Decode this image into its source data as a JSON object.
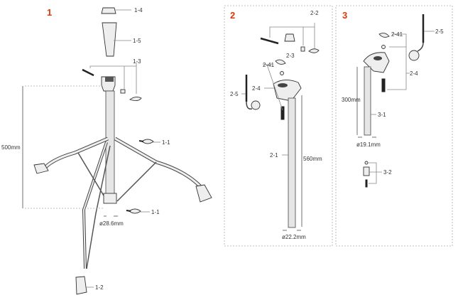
{
  "sections": [
    {
      "number": "1",
      "labels": {
        "p1_4": "1-4",
        "p1_5": "1-5",
        "p1_3": "1-3",
        "p1_1a": "1-1",
        "p1_1b": "1-1",
        "p1_2": "1-2"
      },
      "dims": {
        "height": "500mm",
        "diameter": "ø28.6mm"
      }
    },
    {
      "number": "2",
      "labels": {
        "p2_2": "2-2",
        "p2_3": "2-3",
        "p2_41": "2-41",
        "p2_4": "2-4",
        "p2_5": "2-5",
        "p2_1": "2-1"
      },
      "dims": {
        "length": "560mm",
        "diameter": "ø22.2mm"
      }
    },
    {
      "number": "3",
      "labels": {
        "p2_41": "2-41",
        "p2_5": "2-5",
        "p2_4": "2-4",
        "p3_1": "3-1",
        "p3_2": "3-2"
      },
      "dims": {
        "length": "300mm",
        "diameter": "ø19.1mm"
      }
    }
  ],
  "colors": {
    "section_number": "#d83a0c",
    "frame": "#aaaaaa"
  }
}
